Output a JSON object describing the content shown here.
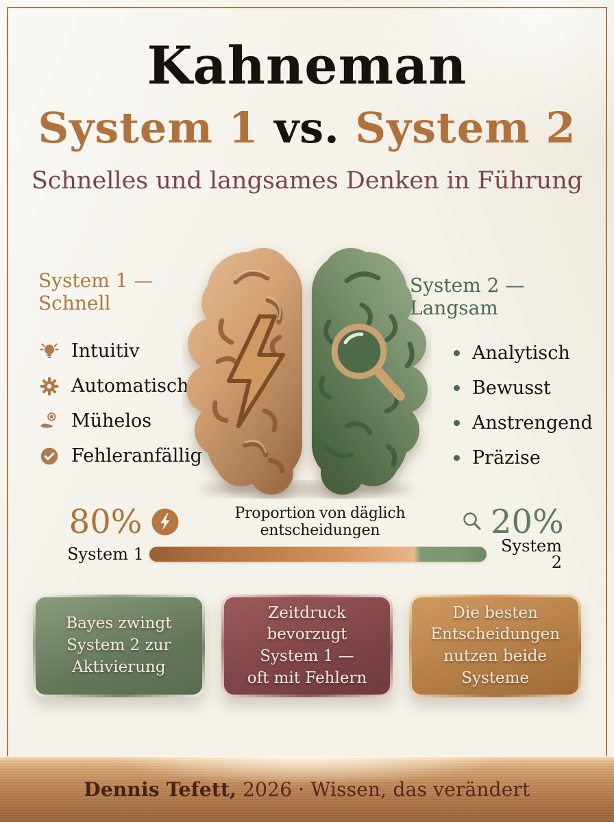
{
  "header": {
    "title": "Kahneman",
    "versus": {
      "system1": "System 1",
      "vs": " vs. ",
      "system2": "System 2"
    },
    "subtitle": "Schnelles und langsames Denken in Führung"
  },
  "system1_panel": {
    "heading": "System 1 — Schnell",
    "items": [
      {
        "icon": "lightbulb-icon",
        "label": "Intuitiv"
      },
      {
        "icon": "gear-icon",
        "label": "Automatisch"
      },
      {
        "icon": "hand-coin-icon",
        "label": "Mühelos"
      },
      {
        "icon": "check-circle-icon",
        "label": "Fehleranfällig"
      }
    ]
  },
  "system2_panel": {
    "heading": "System 2 — Langsam",
    "items": [
      {
        "label": "Analytisch"
      },
      {
        "label": "Bewusst"
      },
      {
        "label": "Anstrengend"
      },
      {
        "label": "Präzise"
      }
    ]
  },
  "brain": {
    "left_symbol": "lightning-bolt",
    "right_symbol": "magnifying-glass"
  },
  "proportion": {
    "caption": "Proportion von däglich entscheidungen",
    "left": {
      "value": "80%",
      "label": "System 1",
      "percent": 80
    },
    "right": {
      "value": "20%",
      "label": "System 2",
      "percent": 20
    }
  },
  "cards": [
    {
      "theme": "green",
      "lines": [
        "Bayes zwingt",
        "System 2 zur",
        "Aktivierung"
      ]
    },
    {
      "theme": "maroon",
      "lines": [
        "Zeitdruck bevorzugt",
        "System 1 —",
        "oft mit Fehlern"
      ]
    },
    {
      "theme": "copper",
      "lines": [
        "Die besten",
        "Entscheidungen",
        "nutzen beide Systeme"
      ]
    }
  ],
  "footer": {
    "author": "Dennis Tefett,",
    "tagline": " 2026 · Wissen, das verändert"
  },
  "colors": {
    "background": "#f5f2ea",
    "frame": "#b2793f",
    "copper": "#b0713a",
    "green": "#5e7a5a",
    "maroon": "#7a4449",
    "ink": "#17130f"
  }
}
